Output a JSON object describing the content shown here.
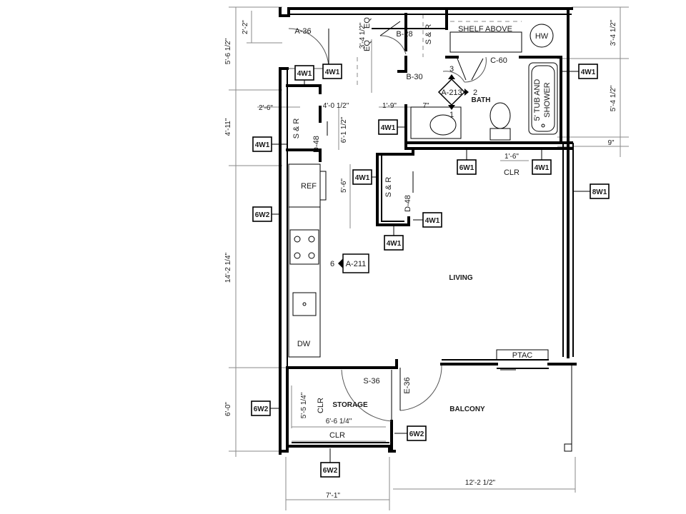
{
  "rooms": {
    "living": "LIVING",
    "bath": "BATH",
    "storage": "STORAGE",
    "balcony": "BALCONY"
  },
  "fixtures": {
    "ref": "REF",
    "dw": "DW",
    "hw": "HW",
    "shelf_above": "SHELF ABOVE",
    "tub_line1": "5' TUB AND",
    "tub_line2": "SHOWER",
    "ptac": "PTAC",
    "clr_closet": "CLR",
    "clr_storage_v": "CLR",
    "clr_storage_h": "CLR",
    "sr_hall": "S & R",
    "sr_closet": "S & R",
    "sr_top": "S & R",
    "eq1": "EQ",
    "eq2": "EQ"
  },
  "doors": {
    "a36": "A-36",
    "b28": "B-28",
    "b30": "B-30",
    "c60": "C-60",
    "d48_hall": "D-48",
    "d48_closet": "D-48",
    "s36": "S-36",
    "e36": "E-36"
  },
  "section_markers": {
    "a213": "A-213",
    "a211": "A-211",
    "num_2": "2",
    "num_3": "3",
    "num_1": "1",
    "num_6": "6"
  },
  "wall_tags": {
    "t4w1_a": "4W1",
    "t4w1_b": "4W1",
    "t4w1_c": "4W1",
    "t4w1_d": "4W1",
    "t4w1_e": "4W1",
    "t4w1_f": "4W1",
    "t4w1_g": "4W1",
    "t4w1_h": "4W1",
    "t4w1_i": "4W1",
    "t6w1": "6W1",
    "t6w2_a": "6W2",
    "t6w2_b": "6W2",
    "t6w2_c": "6W2",
    "t6w2_d": "6W2",
    "t8w1": "8W1"
  },
  "dimensions": {
    "d_5_6_half": "5'-6 1/2\"",
    "d_2_2": "2'-2\"",
    "d_3_4_half_l": "3'-4 1/2\"",
    "d_4_11": "4'-11\"",
    "d_2_6": "2'-6\"",
    "d_4_0_half": "4'-0 1/2\"",
    "d_6_1_half": "6'-1 1/2\"",
    "d_1_9": "1'-9\"",
    "d_7": "7\"",
    "d_5_6": "5'-6\"",
    "d_14_2_qtr": "14'-2 1/4\"",
    "d_6_0": "6'-0\"",
    "d_5_5_qtr": "5'-5 1/4\"",
    "d_6_6_qtr": "6'-6 1/4\"",
    "d_12_2_half": "12'-2 1/2\"",
    "d_7_1": "7'-1\"",
    "d_1_6": "1'-6\"",
    "d_3_4_half_r": "3'-4 1/2\"",
    "d_5_4_half": "5'-4 1/2\"",
    "d_9": "9\""
  }
}
